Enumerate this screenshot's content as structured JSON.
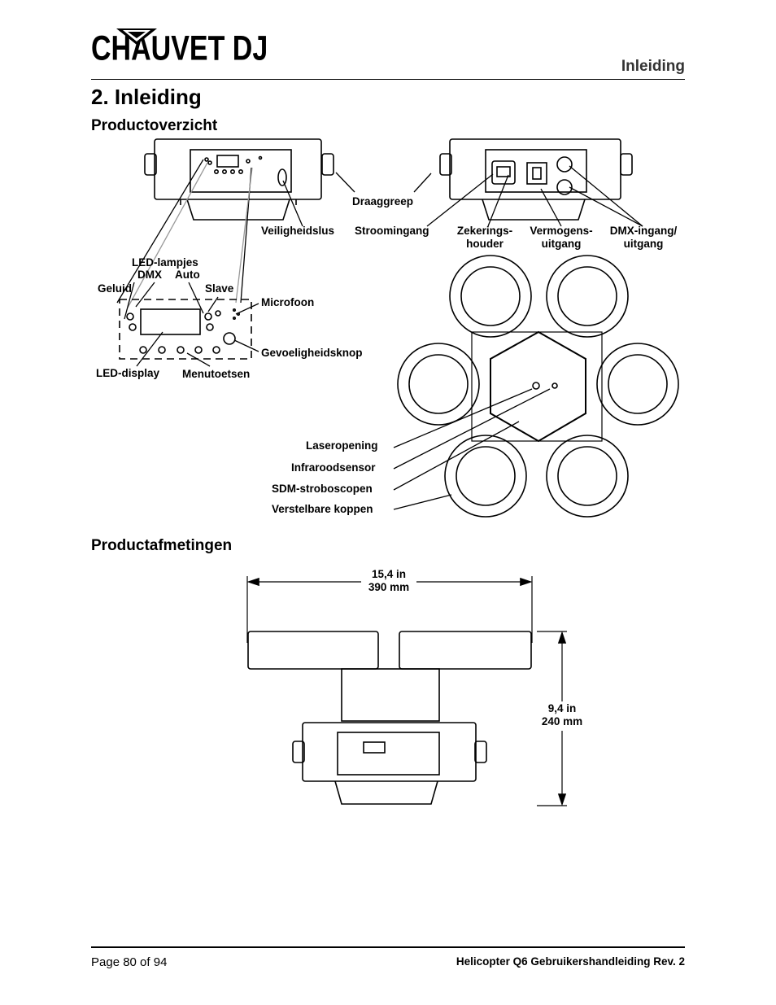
{
  "header": {
    "brand": "CHAUVET DJ",
    "section": "Inleiding"
  },
  "page_title": "2. Inleiding",
  "sections": {
    "overview": "Productoverzicht",
    "dimensions": "Productafmetingen"
  },
  "overview_labels": {
    "carry_handle": "Draaggreep",
    "safety_loop": "Veiligheidslus",
    "power_in": "Stroomingang",
    "fuse_holder_1": "Zekerings-",
    "fuse_holder_2": "houder",
    "power_out_1": "Vermogens-",
    "power_out_2": "uitgang",
    "dmx_io_1": "DMX-ingang/",
    "dmx_io_2": "uitgang",
    "led_lights": "LED-lampjes",
    "dmx": "DMX",
    "auto": "Auto",
    "sound": "Geluid",
    "slave": "Slave",
    "microphone": "Microfoon",
    "sensitivity_knob": "Gevoeligheidsknop",
    "led_display": "LED-display",
    "menu_buttons": "Menutoetsen",
    "laser_aperture": "Laseropening",
    "ir_sensor": "Infraroodsensor",
    "smd_strobes": "SDM-stroboscopen",
    "adjustable_heads": "Verstelbare koppen"
  },
  "dimensions": {
    "width_in": "15,4 in",
    "width_mm": "390 mm",
    "height_in": "9,4 in",
    "height_mm": "240 mm"
  },
  "footer": {
    "page": "Page 80 of 94",
    "doc": "Helicopter Q6 Gebruikershandleiding Rev. 2"
  }
}
